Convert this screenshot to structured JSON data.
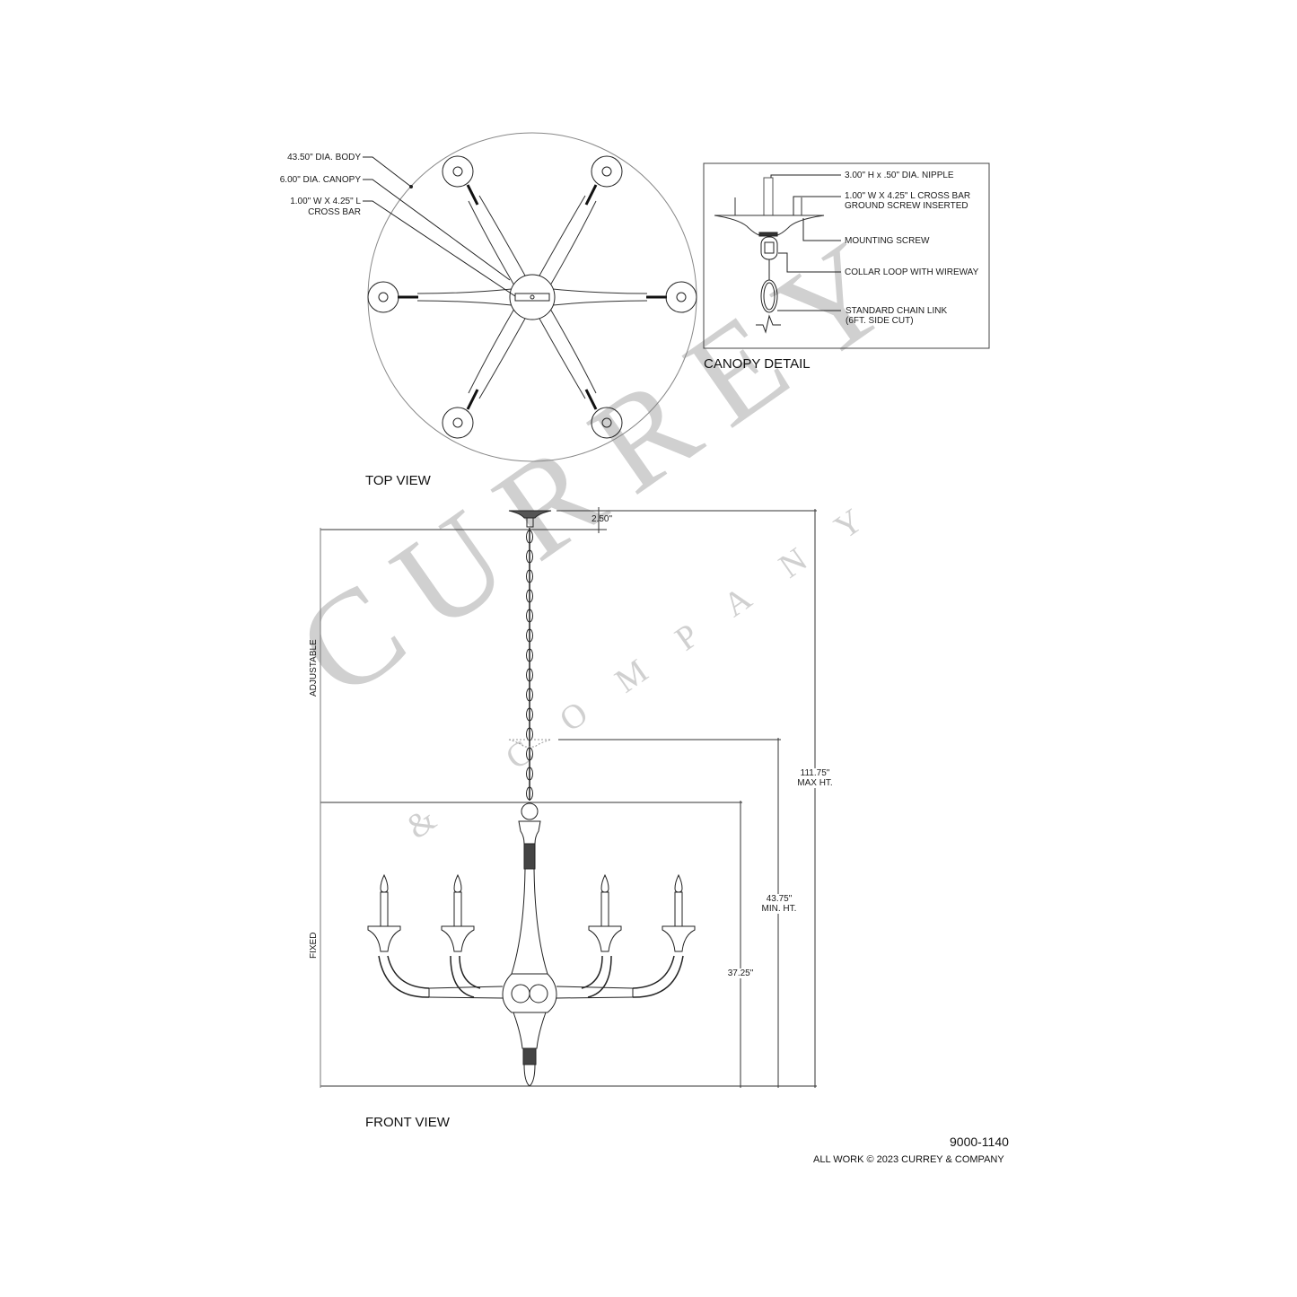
{
  "drawing": {
    "part_number": "9000-1140",
    "copyright": "ALL WORK © 2023 CURREY & COMPANY",
    "watermark": {
      "brand": "CURREY",
      "sub": "& COMPANY"
    }
  },
  "top_view": {
    "title": "TOP VIEW",
    "callouts": [
      {
        "text": "43.50\" DIA. BODY"
      },
      {
        "text": "6.00\" DIA. CANOPY"
      },
      {
        "text_line1": "1.00\" W X 4.25\" L",
        "text_line2": "CROSS BAR"
      }
    ],
    "arm_count": 6
  },
  "canopy_detail": {
    "title": "CANOPY DETAIL",
    "callouts": [
      {
        "text": "3.00\" H x .50\" DIA. NIPPLE"
      },
      {
        "text_line1": "1.00\" W X 4.25\" L CROSS BAR",
        "text_line2": "GROUND SCREW INSERTED"
      },
      {
        "text": "MOUNTING SCREW"
      },
      {
        "text": "COLLAR LOOP WITH WIREWAY"
      },
      {
        "text_line1": "STANDARD CHAIN LINK",
        "text_line2": "(6FT. SIDE CUT)"
      }
    ]
  },
  "front_view": {
    "title": "FRONT VIEW",
    "labels": {
      "adjustable": "ADJUSTABLE",
      "fixed": "FIXED"
    },
    "dimensions": {
      "canopy_height": "2.50\"",
      "body_height": "37.25\"",
      "min_height_value": "43.75\"",
      "min_height_label": "MIN. HT.",
      "max_height_value": "111.75\"",
      "max_height_label": "MAX HT."
    },
    "candle_count": 4
  }
}
